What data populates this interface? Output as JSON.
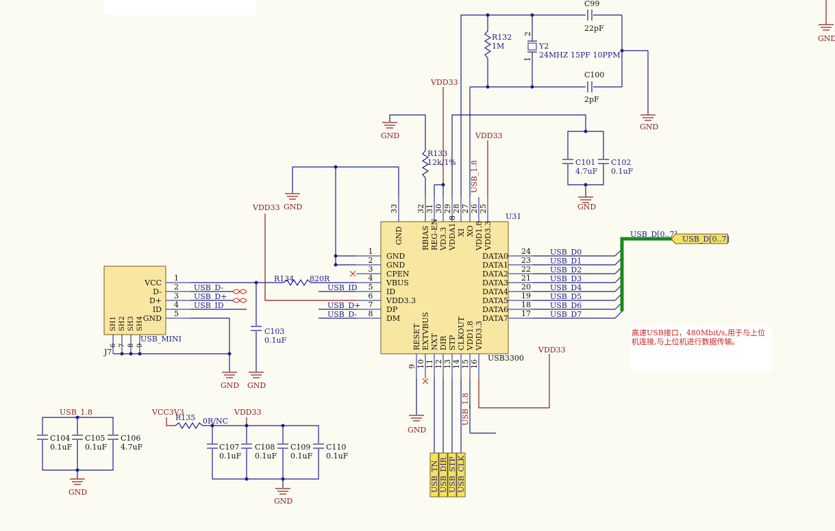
{
  "components": {
    "u31": {
      "ref": "U31",
      "value": "USB3300",
      "left_pins": [
        {
          "num": "1",
          "name": "GND"
        },
        {
          "num": "2",
          "name": "GND"
        },
        {
          "num": "3",
          "name": "CPEN"
        },
        {
          "num": "4",
          "name": "VBUS"
        },
        {
          "num": "5",
          "name": "ID"
        },
        {
          "num": "6",
          "name": "VDD3.3"
        },
        {
          "num": "7",
          "name": "DP"
        },
        {
          "num": "8",
          "name": "DM"
        }
      ],
      "right_pins": [
        {
          "num": "24",
          "name": "DATA0"
        },
        {
          "num": "23",
          "name": "DATA1"
        },
        {
          "num": "22",
          "name": "DATA2"
        },
        {
          "num": "21",
          "name": "DATA3"
        },
        {
          "num": "20",
          "name": "DATA4"
        },
        {
          "num": "19",
          "name": "DATA5"
        },
        {
          "num": "18",
          "name": "DATA6"
        },
        {
          "num": "17",
          "name": "DATA7"
        }
      ],
      "top_pins": [
        {
          "num": "33",
          "name": "GND"
        },
        {
          "num": "32",
          "name": "RBIAS"
        },
        {
          "num": "31",
          "name": "REG-EN"
        },
        {
          "num": "30",
          "name": "VD3.3"
        },
        {
          "num": "29",
          "name": "VDDA1.8"
        },
        {
          "num": "28",
          "name": "XI"
        },
        {
          "num": "27",
          "name": "XO"
        },
        {
          "num": "26",
          "name": "VDD1.8"
        },
        {
          "num": "25",
          "name": "VDD3.3"
        }
      ],
      "bottom_pins": [
        {
          "num": "9",
          "name": "RESET"
        },
        {
          "num": "10",
          "name": "EXTVBUS"
        },
        {
          "num": "11",
          "name": "NXT"
        },
        {
          "num": "12",
          "name": "DIR"
        },
        {
          "num": "13",
          "name": "STP"
        },
        {
          "num": "14",
          "name": "CLKOUT"
        },
        {
          "num": "15",
          "name": "VDD1.8"
        },
        {
          "num": "16",
          "name": "VDD3.3"
        }
      ]
    },
    "j7": {
      "ref": "J7",
      "value": "USB_MINI",
      "pins": [
        {
          "num": "1",
          "name": "VCC"
        },
        {
          "num": "2",
          "name": "D-"
        },
        {
          "num": "3",
          "name": "D+"
        },
        {
          "num": "4",
          "name": "ID"
        },
        {
          "num": "5",
          "name": "GND"
        }
      ],
      "shield": [
        "SH1",
        "SH2",
        "SH3",
        "SH4"
      ],
      "shield_nums": [
        "6",
        "7",
        "8",
        "9"
      ]
    },
    "y2": {
      "ref": "Y2",
      "value": "24MHZ 15PF 10PPM",
      "pin1": "1",
      "pin2": "2"
    },
    "r132": {
      "ref": "R132",
      "value": "1M"
    },
    "r133": {
      "ref": "R133",
      "value": "12k/1%"
    },
    "r134": {
      "ref": "R134",
      "value": "820R"
    },
    "r135": {
      "ref": "R135",
      "value": "0R/NC"
    },
    "c99": {
      "ref": "C99",
      "value": "22pF"
    },
    "c100": {
      "ref": "C100",
      "value": "2pF"
    },
    "c101": {
      "ref": "C101",
      "value": "4.7uF"
    },
    "c102": {
      "ref": "C102",
      "value": "0.1uF"
    },
    "c103": {
      "ref": "C103",
      "value": "0.1uF"
    },
    "c104": {
      "ref": "C104",
      "value": "0.1uF"
    },
    "c105": {
      "ref": "C105",
      "value": "0.1uF"
    },
    "c106": {
      "ref": "C106",
      "value": "4.7uF"
    },
    "c107": {
      "ref": "C107",
      "value": "0.1uF"
    },
    "c108": {
      "ref": "C108",
      "value": "0.1uF"
    },
    "c109": {
      "ref": "C109",
      "value": "0.1uF"
    },
    "c110": {
      "ref": "C110",
      "value": "0.1uF"
    }
  },
  "power": {
    "gnd": "GND",
    "vdd33": "VDD33",
    "vcc3v3": "VCC3V3",
    "usb18": "USB_1.8"
  },
  "nets": {
    "usb_dm": "USB_D-",
    "usb_dp": "USB_D+",
    "usb_id": "USB_ID",
    "bus_label": "USB_D[0..7]",
    "bus_port": "USB_D[0..7]",
    "data_labels": [
      "USB_D0",
      "USB_D1",
      "USB_D2",
      "USB_D3",
      "USB_D4",
      "USB_D5",
      "USB_D6",
      "USB_D7"
    ]
  },
  "ports_bottom": [
    "USB_TN",
    "USB_DIR",
    "USB_STP",
    "USB_CLK"
  ],
  "note": {
    "line1": "高速USB接口，480Mbit/s,用于与上位",
    "line2": "机连接,与上位机进行数据传输。"
  },
  "colors": {
    "wire": "#1d1d8c",
    "power": "#8c1c1c",
    "bus": "#1a8a1a",
    "port_fill": "#f2e264",
    "part_fill": "#f8e7a0",
    "note_text": "#d02020"
  }
}
